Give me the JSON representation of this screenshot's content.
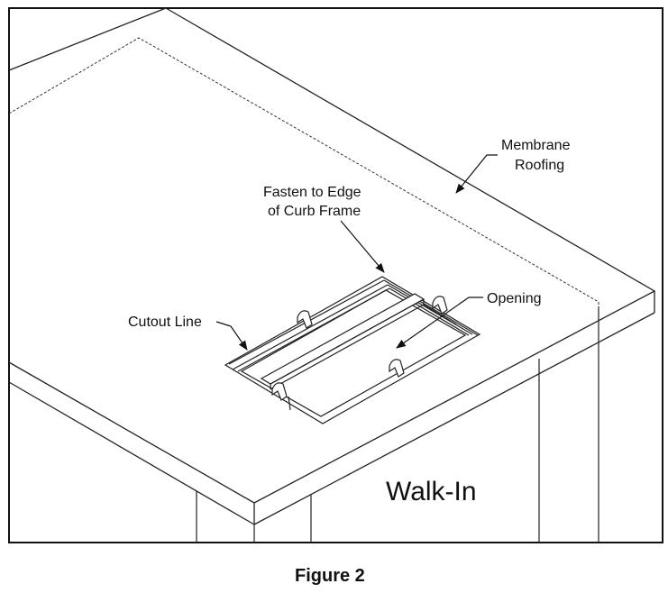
{
  "labels": {
    "membrane_roofing_line1": "Membrane",
    "membrane_roofing_line2": "Roofing",
    "fasten_line1": "Fasten to Edge",
    "fasten_line2": "of Curb Frame",
    "cutout_line": "Cutout Line",
    "opening": "Opening",
    "walk_in": "Walk-In"
  },
  "caption": "Figure 2"
}
